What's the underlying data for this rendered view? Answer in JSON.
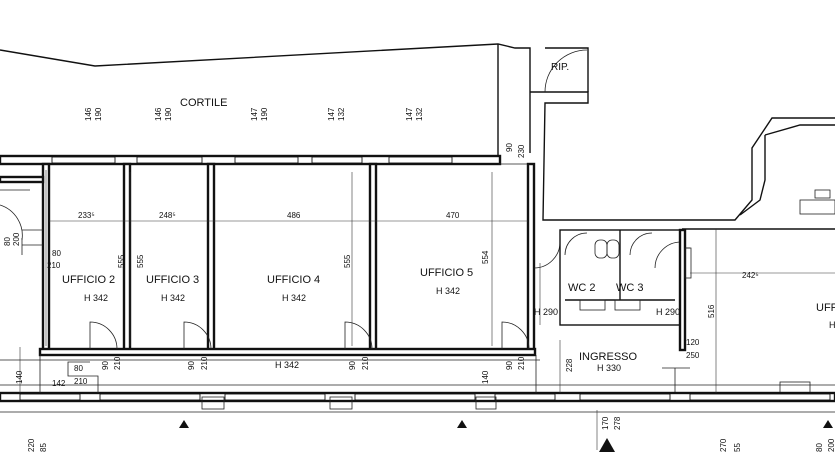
{
  "labels": {
    "cortile": "CORTILE",
    "rip": "RIP.",
    "ufficio2": "UFFICIO 2",
    "ufficio3": "UFFICIO 3",
    "ufficio4": "UFFICIO 4",
    "ufficio5": "UFFICIO 5",
    "ufficio_right": "UFF",
    "wc2": "WC 2",
    "wc3": "WC 3",
    "ingresso": "INGRESSO"
  },
  "heights": {
    "h342": "H 342",
    "h330": "H 330",
    "h290": "H 290"
  },
  "dims": {
    "w1_a": "146",
    "w1_b": "190",
    "w2_a": "146",
    "w2_b": "190",
    "w3_a": "147",
    "w3_b": "190",
    "w4_a": "147",
    "w4_b": "132",
    "w5_a": "147",
    "w5_b": "132",
    "c90": "90",
    "c230": "230",
    "u2_w": "233⁵",
    "u3_w": "248⁵",
    "u4_w": "486",
    "u5_w": "470",
    "d80": "80",
    "d200": "200",
    "d210": "210",
    "u2_h": "555",
    "u3_h": "555",
    "u4_h": "555",
    "u5_h": "554",
    "r242": "242⁵",
    "r516": "516",
    "r120": "120",
    "r250": "250",
    "wc228": "228",
    "p90": "90",
    "p210": "210",
    "b140": "140",
    "b142": "142",
    "x220": "220",
    "x85": "85",
    "y170": "170",
    "y278": "278",
    "z270": "270",
    "z55": "55",
    "z80": "80",
    "z200": "200"
  }
}
